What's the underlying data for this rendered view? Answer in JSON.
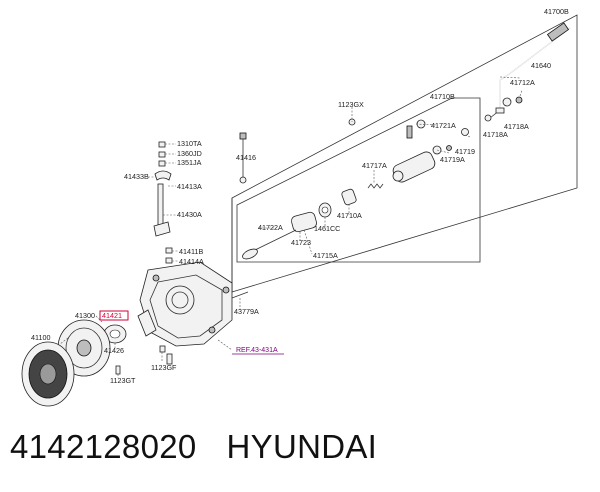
{
  "diagram": {
    "labels": {
      "p41700B": "41700B",
      "p41640": "41640",
      "p41712A": "41712A",
      "p41718A_r": "41718A",
      "p41718A_l": "41718A",
      "p41710B": "41710B",
      "p1123GX": "1123GX",
      "p41721A": "41721A",
      "p41717A": "41717A",
      "p41719": "41719",
      "p41719A": "41719A",
      "p41416": "41416",
      "p1310TA": "1310TA",
      "p1360JD": "1360JD",
      "p1351JA": "1351JA",
      "p41433B": "41433B",
      "p41413A": "41413A",
      "p41430A": "41430A",
      "p41411B": "41411B",
      "p41414A": "41414A",
      "p41722A": "41722A",
      "p41723": "41723",
      "p1461CC": "1461CC",
      "p41710A": "41710A",
      "p41715A": "41715A",
      "p43779A": "43779A",
      "p41300": "41300",
      "p41421": "41421",
      "p41100": "41100",
      "p41426": "41426",
      "p1123GF": "1123GF",
      "p1123GT": "1123GT",
      "ref": "REF.43-431A"
    }
  },
  "footer": {
    "part_number": "4142128020",
    "brand": "HYUNDAI"
  },
  "colors": {
    "highlight": "#d0003a",
    "reference": "#7a007a"
  }
}
